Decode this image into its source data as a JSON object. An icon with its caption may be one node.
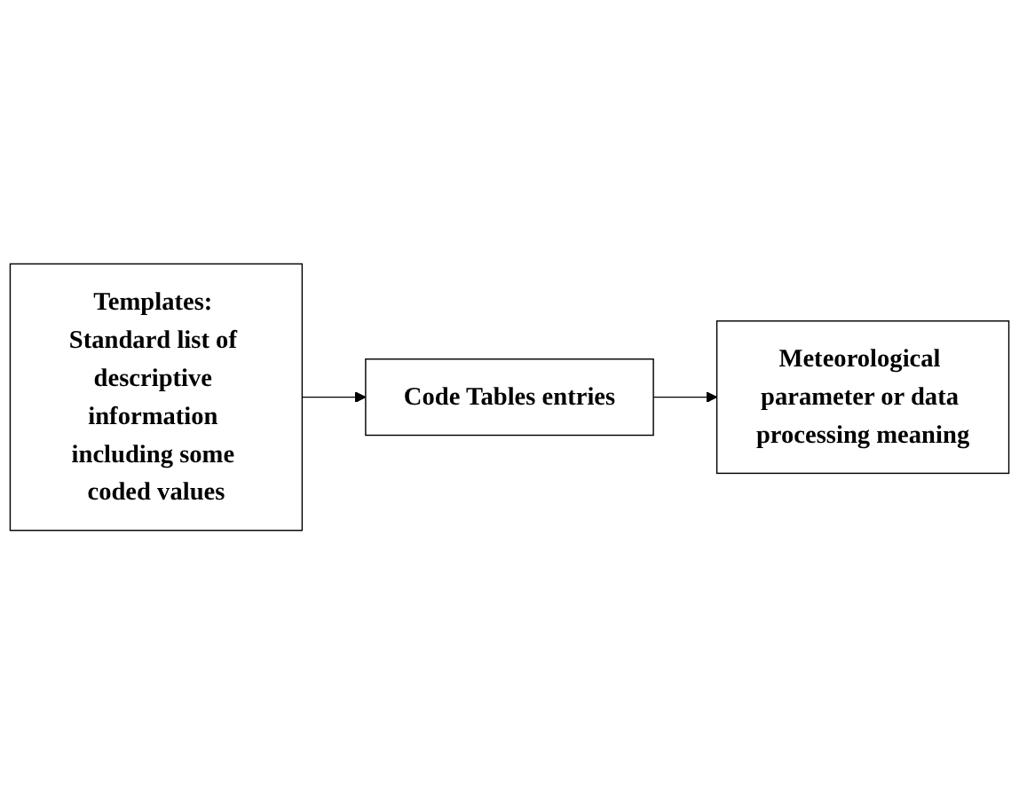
{
  "diagram": {
    "nodes": [
      {
        "text": [
          "Templates: Standard list of descriptive information including some coded values"
        ]
      },
      {
        "text": [
          "Code Tables entries"
        ]
      },
      {
        "text": [
          "Meteorological parameter or data processing meaning"
        ]
      }
    ],
    "edges": [
      {
        "from": 0,
        "to": 1,
        "arrow": "to"
      },
      {
        "from": 1,
        "to": 2,
        "arrow": "to"
      }
    ]
  }
}
